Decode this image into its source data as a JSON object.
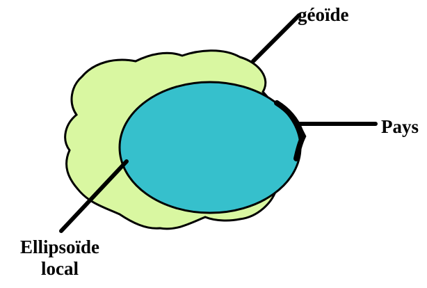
{
  "labels": {
    "geoide": "géoïde",
    "pays": "Pays",
    "ellipsoide_line1": "Ellipsoïde",
    "ellipsoide_line2": "local"
  },
  "colors": {
    "geoid_fill": "#d9f7a1",
    "ellipsoid_fill": "#36c0cc",
    "outline": "#000000",
    "background": "#ffffff"
  }
}
